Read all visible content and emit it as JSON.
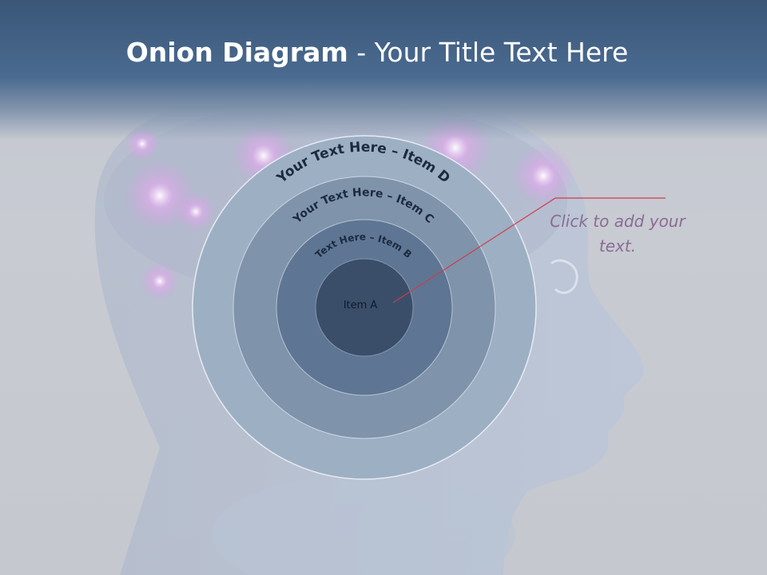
{
  "slide": {
    "title_bold": "Onion Diagram",
    "title_rest": " - Your Title Text Here"
  },
  "diagram": {
    "layers": [
      {
        "id": "d",
        "label": "Your Text Here – Item D",
        "color": "#9dafc3"
      },
      {
        "id": "c",
        "label": "Your Text Here – Item C",
        "color": "#7f93ab"
      },
      {
        "id": "b",
        "label": "Text Here – Item B",
        "color": "#5e7693"
      },
      {
        "id": "a",
        "label": "Item A",
        "color": "#3a4e6a"
      }
    ],
    "callout_text": "Click  to add your text.",
    "callout_line_color": "#d13a4a"
  }
}
